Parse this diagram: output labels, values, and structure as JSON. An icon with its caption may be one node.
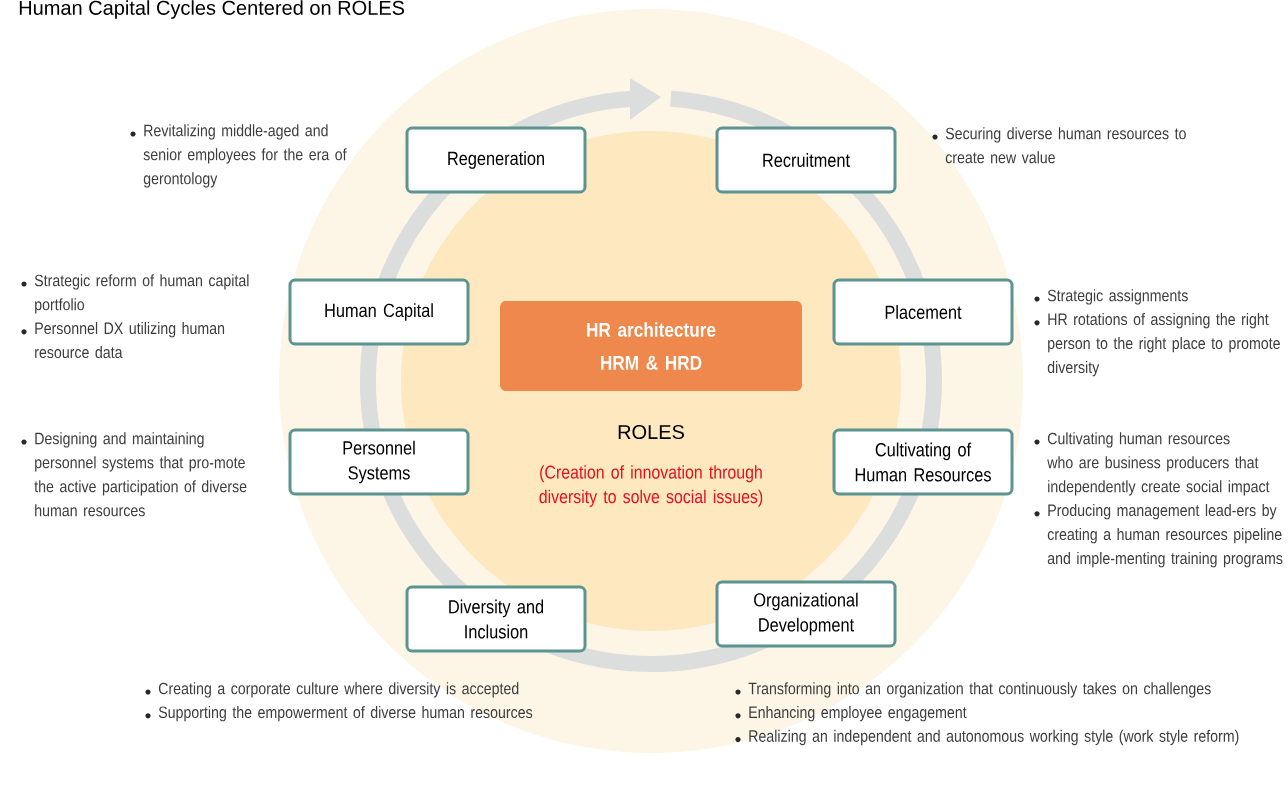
{
  "diagram": {
    "title": "Human Capital Cycles Centered on ROLES",
    "nodes": [
      {
        "text": [
          "Regeneration"
        ],
        "beside": [
          "Revitalizing middle-aged and senior employees for the era of gerontology"
        ]
      },
      {
        "text": [
          "Recruitment"
        ],
        "beside": [
          "Securing diverse human resources to create new value"
        ]
      },
      {
        "text": [
          "Human Capital"
        ],
        "beside": [
          "Strategic reform of human capital portfolio",
          "Personnel DX utilizing human resource data"
        ]
      },
      {
        "text": [
          "Placement"
        ],
        "beside": [
          "Strategic assignments",
          "HR rotations of assigning the right person to the right place to promote diversity"
        ]
      },
      {
        "text": [
          "Personnel Systems"
        ],
        "beside": [
          "Designing and maintaining personnel systems that pro-mote the active participation of diverse human resources"
        ]
      },
      {
        "text": [
          "Cultivating of Human Resources"
        ],
        "beside": [
          "Cultivating human resources who are business producers that independently create social impact",
          "Producing management lead-ers by creating a human resources pipeline and imple-menting training programs"
        ]
      },
      {
        "text": [
          "Diversity and Inclusion"
        ],
        "beside": [
          "Creating a corporate culture where diversity is accepted",
          "Supporting the empowerment of diverse human resources"
        ]
      },
      {
        "text": [
          "Organizational Development"
        ],
        "beside": [
          "Transforming into an organization that continuously takes on challenges",
          "Enhancing employee engagement",
          "Realizing an independent and autonomous working style (work style reform)"
        ]
      },
      {
        "text": [
          "HR architecture",
          "HRM & HRD"
        ]
      }
    ],
    "labels": [
      "ROLES",
      "(Creation of innovation through diversity to solve social issues)"
    ]
  }
}
